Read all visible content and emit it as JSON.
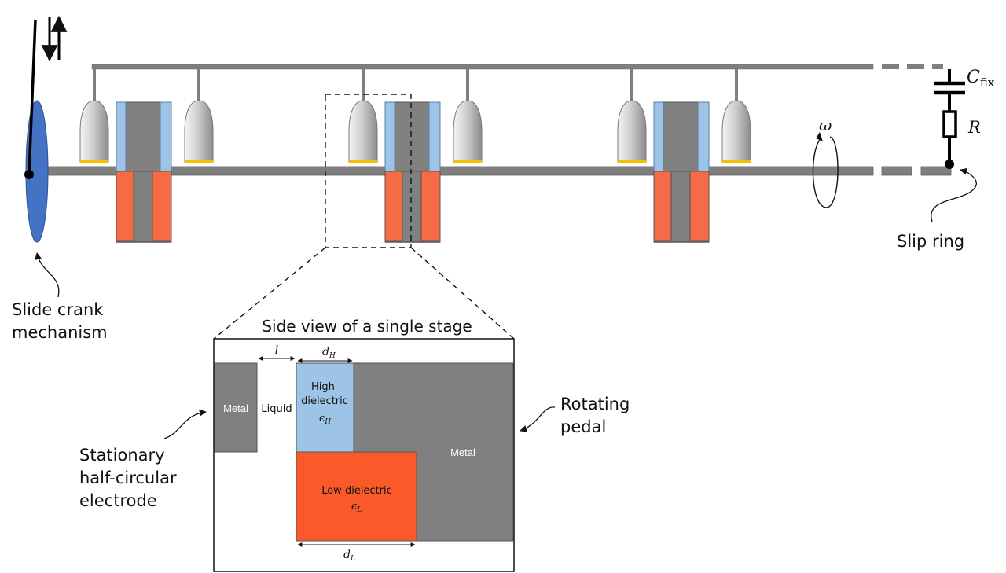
{
  "top_view": {
    "labels": {
      "slide_crank": [
        "Slide crank",
        "mechanism"
      ],
      "slip_ring": "Slip ring",
      "c_fix_symbol": "C",
      "c_fix_subscript": "fix",
      "r_symbol": "R",
      "omega_symbol": "ω"
    },
    "stage_count": 3
  },
  "inset": {
    "title": "Side view of a single stage",
    "metal_left": "Metal",
    "liquid": "Liquid",
    "high_dielectric": [
      "High",
      "dielectric"
    ],
    "epsilon_h": {
      "sym": "ϵ",
      "sub": "H"
    },
    "low_dielectric": "Low dielectric",
    "epsilon_l": {
      "sym": "ϵ",
      "sub": "L"
    },
    "metal_right": "Metal",
    "dim_l": "l",
    "dim_dh": {
      "sym": "d",
      "sub": "H"
    },
    "dim_dl": {
      "sym": "d",
      "sub": "L"
    }
  },
  "side_labels": {
    "rotating_pedal": [
      "Rotating",
      "pedal"
    ],
    "stationary_electrode": [
      "Stationary",
      "half-circular",
      "electrode"
    ]
  },
  "colors": {
    "rod_gray": "#7f7f7f",
    "metal_gray": "#808080",
    "high_dielectric_blue": "#9dc3e6",
    "low_dielectric_orange": "#f46b45",
    "crank_blue": "#4472c4",
    "electrode_yellow": "#f2c200"
  }
}
